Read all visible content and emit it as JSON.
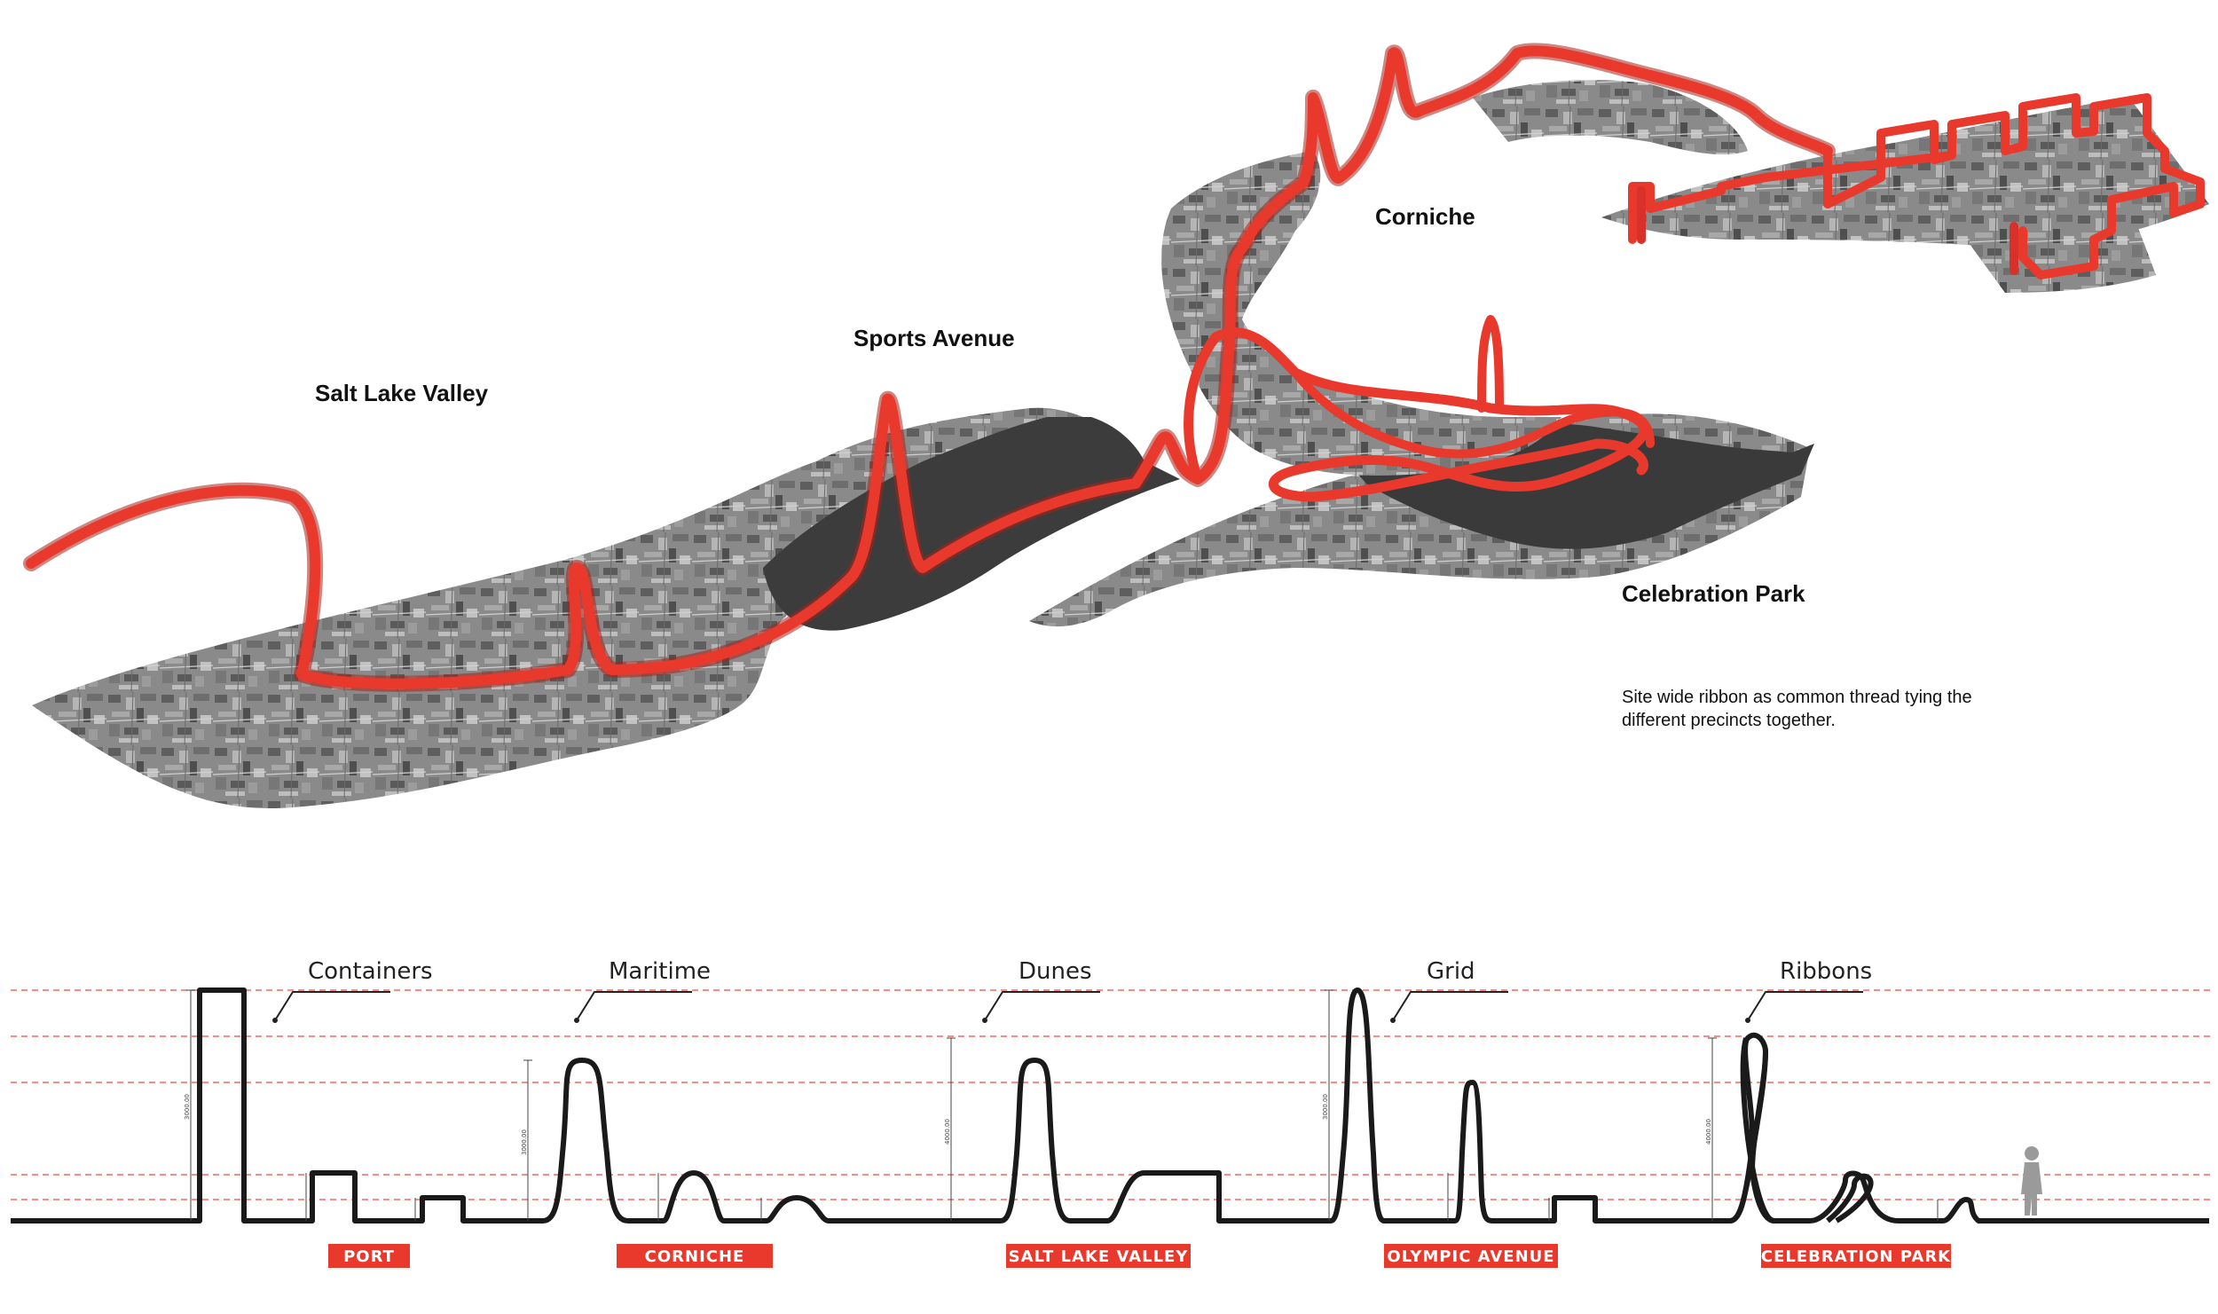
{
  "map_labels": {
    "salt_lake_valley": "Salt Lake Valley",
    "sports_avenue": "Sports Avenue",
    "corniche": "Corniche",
    "celebration_park": "Celebration Park"
  },
  "caption": {
    "line1": "Site wide ribbon as common thread tying the",
    "line2": "different precincts together."
  },
  "types": {
    "containers": "Containers",
    "maritime": "Maritime",
    "dunes": "Dunes",
    "grid": "Grid",
    "ribbons": "Ribbons"
  },
  "precincts": {
    "port": "PORT",
    "corniche": "CORNICHE",
    "salt_lake_valley": "SALT LAKE VALLEY",
    "olympic_avenue": "OLYMPIC AVENUE",
    "celebration_park": "CELEBRATION PARK"
  },
  "dimensions": {
    "d1": "3000.00",
    "d2": "3000.00",
    "d3": "4000.00",
    "d4": "3000.00",
    "d5": "4000.00"
  },
  "colors": {
    "ribbon_red": "#e8392c",
    "guide_red": "#e8392c",
    "profile": "#1a1a1a",
    "aerial_gray": "#8c8c8c"
  },
  "icons": [
    "human-figure-icon"
  ]
}
